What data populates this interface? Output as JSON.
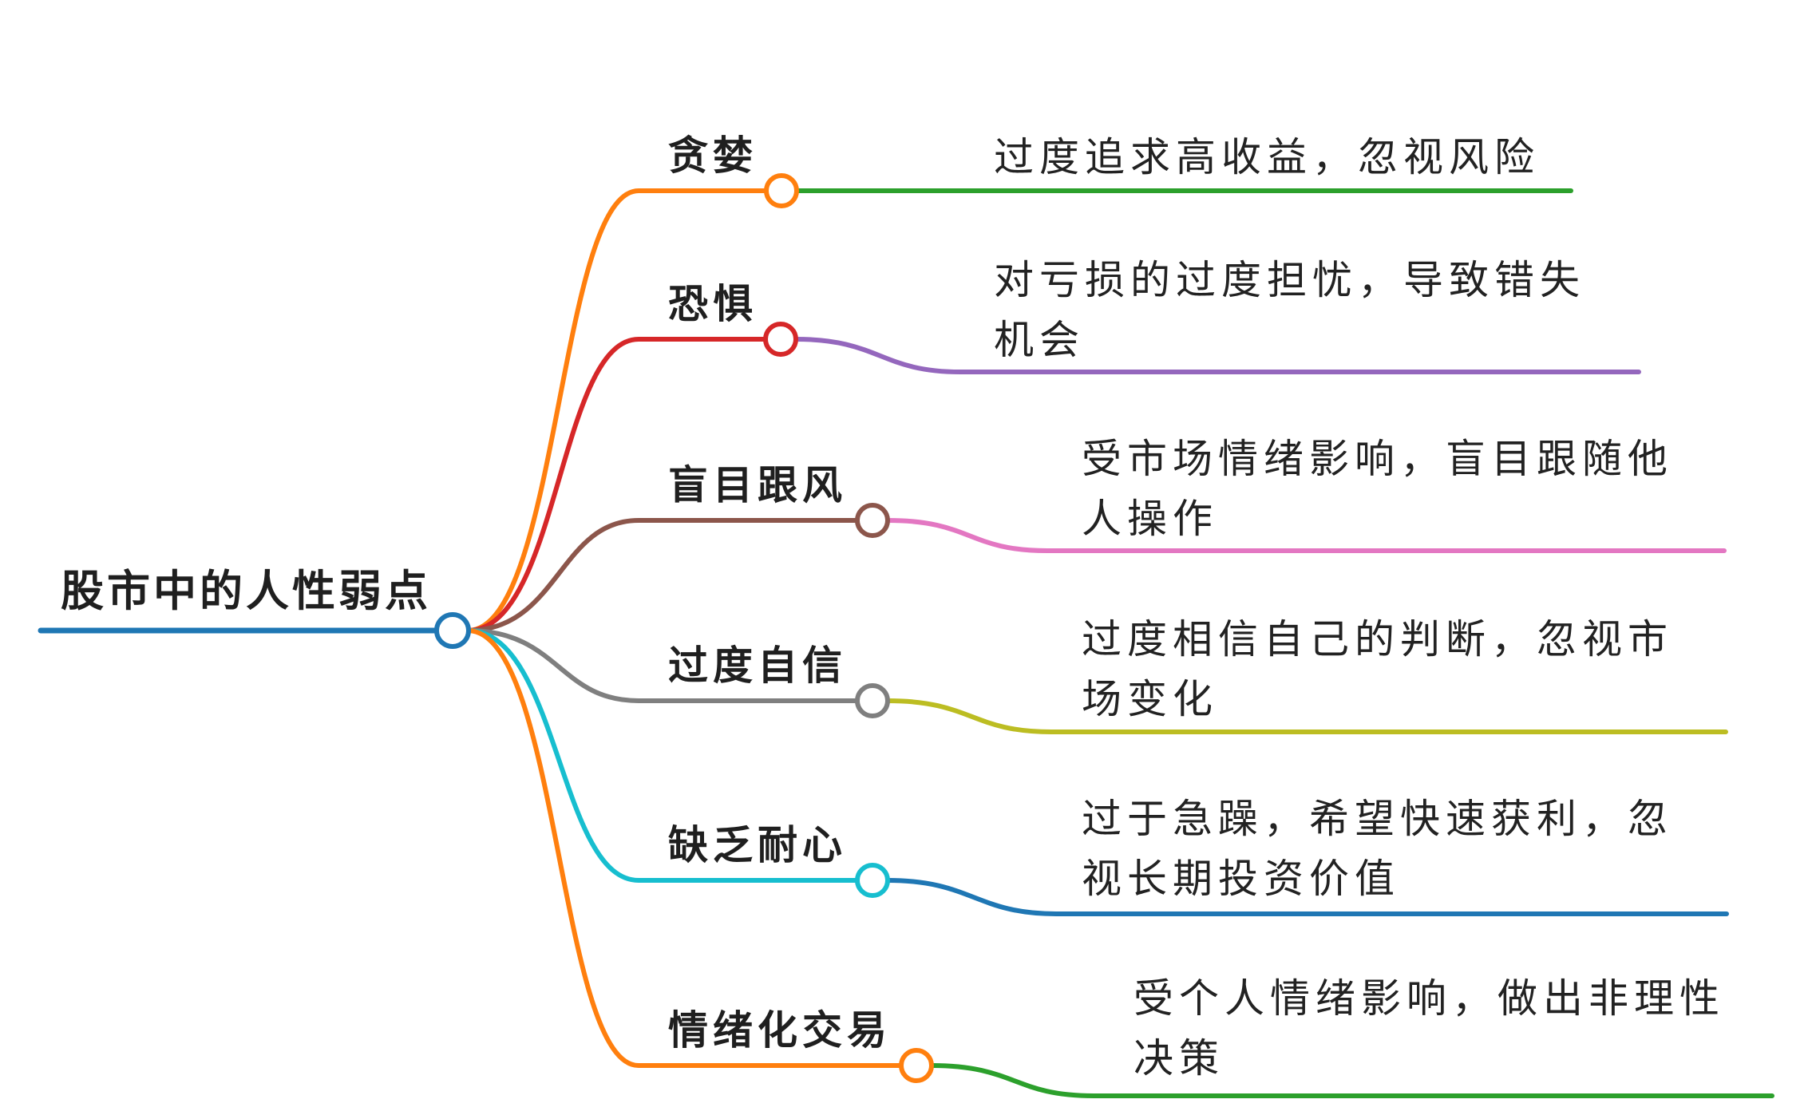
{
  "root": {
    "label": "股市中的人性弱点",
    "color": "#1f77b4"
  },
  "branches": [
    {
      "label": "贪婪",
      "color": "#ff7f0e",
      "desc_color": "#2ca02c",
      "desc_lines": [
        "过度追求高收益，忽视风险"
      ]
    },
    {
      "label": "恐惧",
      "color": "#d62728",
      "desc_color": "#9467bd",
      "desc_lines": [
        "对亏损的过度担忧，导致错失",
        "机会"
      ]
    },
    {
      "label": "盲目跟风",
      "color": "#8c564b",
      "desc_color": "#e377c2",
      "desc_lines": [
        "受市场情绪影响，盲目跟随他",
        "人操作"
      ]
    },
    {
      "label": "过度自信",
      "color": "#7f7f7f",
      "desc_color": "#bcbd22",
      "desc_lines": [
        "过度相信自己的判断，忽视市",
        "场变化"
      ]
    },
    {
      "label": "缺乏耐心",
      "color": "#17becf",
      "desc_color": "#1f77b4",
      "desc_lines": [
        "过于急躁，希望快速获利，忽",
        "视长期投资价值"
      ]
    },
    {
      "label": "情绪化交易",
      "color": "#ff7f0e",
      "desc_color": "#2ca02c",
      "desc_lines": [
        "受个人情绪影响，做出非理性",
        "决策"
      ]
    }
  ]
}
